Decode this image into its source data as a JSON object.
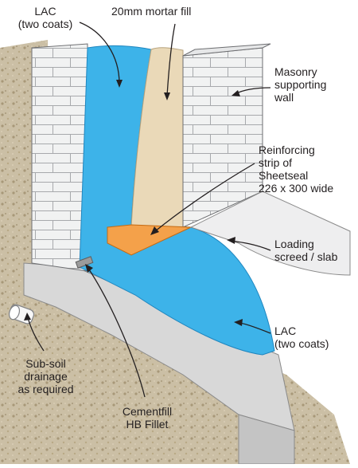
{
  "labels": {
    "lac_top": "LAC\n(two coats)",
    "mortar_fill": "20mm mortar fill",
    "masonry_wall": "Masonry\nsupporting\nwall",
    "reinforcing_strip": "Reinforcing\nstrip of\nSheetseal\n226 x 300 wide",
    "loading_screed": "Loading\nscreed / slab",
    "lac_bottom": "LAC\n(two coats)",
    "subsoil_drainage": "Sub-soil\ndrainage\nas required",
    "cementfill_fillet": "Cementfill\nHB Fillet"
  },
  "colors": {
    "lac_membrane": "#3db3e9",
    "mortar": "#ead9b8",
    "reinforcing_strip": "#f4a14a",
    "block": "#f1f2f2",
    "concrete": "#dcdcdc",
    "soil": "#c9bba2",
    "screed": "#e6e7e8"
  }
}
